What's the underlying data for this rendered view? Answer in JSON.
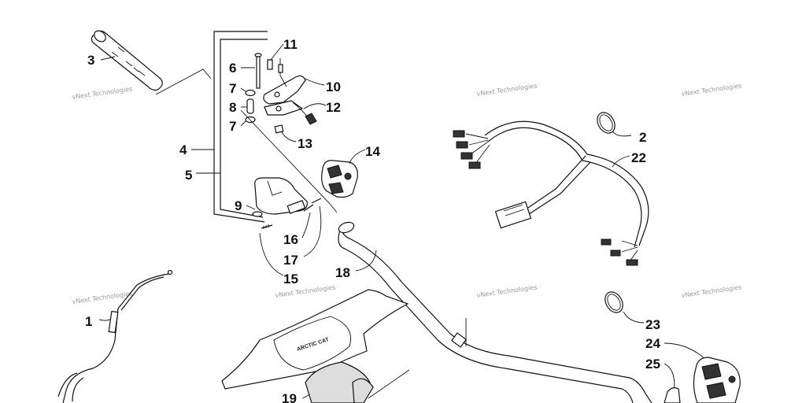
{
  "callouts": [
    {
      "id": "c1",
      "label": "1"
    },
    {
      "id": "c2",
      "label": "2"
    },
    {
      "id": "c3",
      "label": "3"
    },
    {
      "id": "c4",
      "label": "4"
    },
    {
      "id": "c5",
      "label": "5"
    },
    {
      "id": "c6",
      "label": "6"
    },
    {
      "id": "c7a",
      "label": "7"
    },
    {
      "id": "c7b",
      "label": "7"
    },
    {
      "id": "c8",
      "label": "8"
    },
    {
      "id": "c9",
      "label": "9"
    },
    {
      "id": "c10",
      "label": "10"
    },
    {
      "id": "c11",
      "label": "11"
    },
    {
      "id": "c12",
      "label": "12"
    },
    {
      "id": "c13",
      "label": "13"
    },
    {
      "id": "c14",
      "label": "14"
    },
    {
      "id": "c15",
      "label": "15"
    },
    {
      "id": "c16",
      "label": "16"
    },
    {
      "id": "c17",
      "label": "17"
    },
    {
      "id": "c18",
      "label": "18"
    },
    {
      "id": "c19",
      "label": "19"
    },
    {
      "id": "c22",
      "label": "22"
    },
    {
      "id": "c23",
      "label": "23"
    },
    {
      "id": "c24",
      "label": "24"
    },
    {
      "id": "c25",
      "label": "25"
    }
  ],
  "watermark": {
    "text": "vNext Technologies"
  },
  "pad_logo_text": "ARCTIC CAT"
}
